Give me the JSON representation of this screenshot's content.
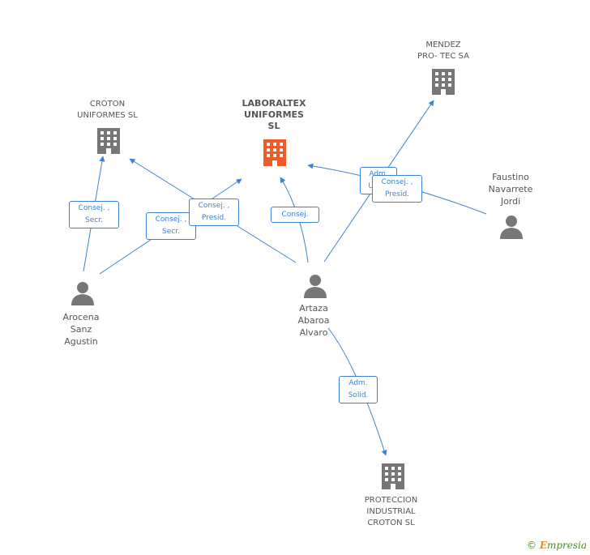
{
  "nodes": {
    "laboraltex": {
      "label": "LABORALTEX\nUNIFORMES\nSL",
      "kind": "company-focus"
    },
    "croton_uniformes": {
      "label": "CROTON\nUNIFORMES  SL",
      "kind": "company"
    },
    "mendez": {
      "label": "MENDEZ\nPRO- TEC SA",
      "kind": "company"
    },
    "proteccion": {
      "label": "PROTECCION\nINDUSTRIAL\nCROTON SL",
      "kind": "company"
    },
    "faustino": {
      "label": "Faustino\nNavarrete\nJordi",
      "kind": "person"
    },
    "arocena": {
      "label": "Arocena\nSanz\nAgustin",
      "kind": "person"
    },
    "artaza": {
      "label": "Artaza\nAbaroa\nAlvaro",
      "kind": "person"
    }
  },
  "badges": {
    "arocena_croton": "Consej. ,\nSecr.",
    "arocena_laboraltex": "Consej. ,\nSecr.",
    "artaza_croton": "Consej. ,\nPresid.",
    "artaza_laboraltex": "Consej.",
    "artaza_mendez": "Adm.\nUnico",
    "faustino_laboraltex": "Consej. ,\nPresid.",
    "artaza_proteccion": "Adm.\nSolid."
  },
  "footer": {
    "copyright": "©",
    "brand_e": "E",
    "brand_rest": "mpresia"
  },
  "colors": {
    "edge": "#3e82d6",
    "focus_company": "#f05a28",
    "icon": "#777777"
  }
}
